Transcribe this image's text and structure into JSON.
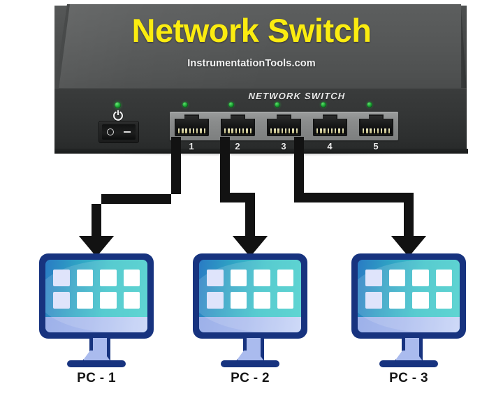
{
  "page": {
    "title": "Network Switch",
    "subtitle": "InstrumentationTools.com",
    "background_color": "#ffffff"
  },
  "colors": {
    "title_yellow": "#fbec10",
    "subtitle_white": "#f3f3f3",
    "device_top_gray": "#565858",
    "device_front_dark": "#343636",
    "led_green": "#1aa832",
    "monitor_border_navy": "#17337f",
    "monitor_screen_teal": "#3cc3c9",
    "monitor_screen_blue": "#2a7bc4",
    "monitor_bottom_periwinkle": "#aabbee",
    "arrow_black": "#121212",
    "port_strip_gray": "#8a8c8c",
    "pin_gold": "#e9e4b2"
  },
  "device": {
    "brand_label": "NETWORK SWITCH",
    "power": {
      "led_name": "power-led",
      "glyph": "⏻",
      "rocker_off_mark": "O",
      "rocker_on_mark": "—"
    },
    "ports": [
      {
        "number": "1",
        "label": "1",
        "led": "on",
        "connected": true
      },
      {
        "number": "2",
        "label": "2",
        "led": "on",
        "connected": true
      },
      {
        "number": "3",
        "label": "3",
        "led": "on",
        "connected": true
      },
      {
        "number": "4",
        "label": "4",
        "led": "on",
        "connected": false
      },
      {
        "number": "5",
        "label": "5",
        "led": "on",
        "connected": false
      }
    ]
  },
  "computers": [
    {
      "label": "PC - 1",
      "from_port": "1"
    },
    {
      "label": "PC - 2",
      "from_port": "2"
    },
    {
      "label": "PC - 3",
      "from_port": "3"
    }
  ],
  "connections": [
    {
      "name": "port-1-to-pc-1",
      "from": "1",
      "to": "PC - 1"
    },
    {
      "name": "port-2-to-pc-2",
      "from": "2",
      "to": "PC - 2"
    },
    {
      "name": "port-3-to-pc-3",
      "from": "3",
      "to": "PC - 3"
    }
  ]
}
